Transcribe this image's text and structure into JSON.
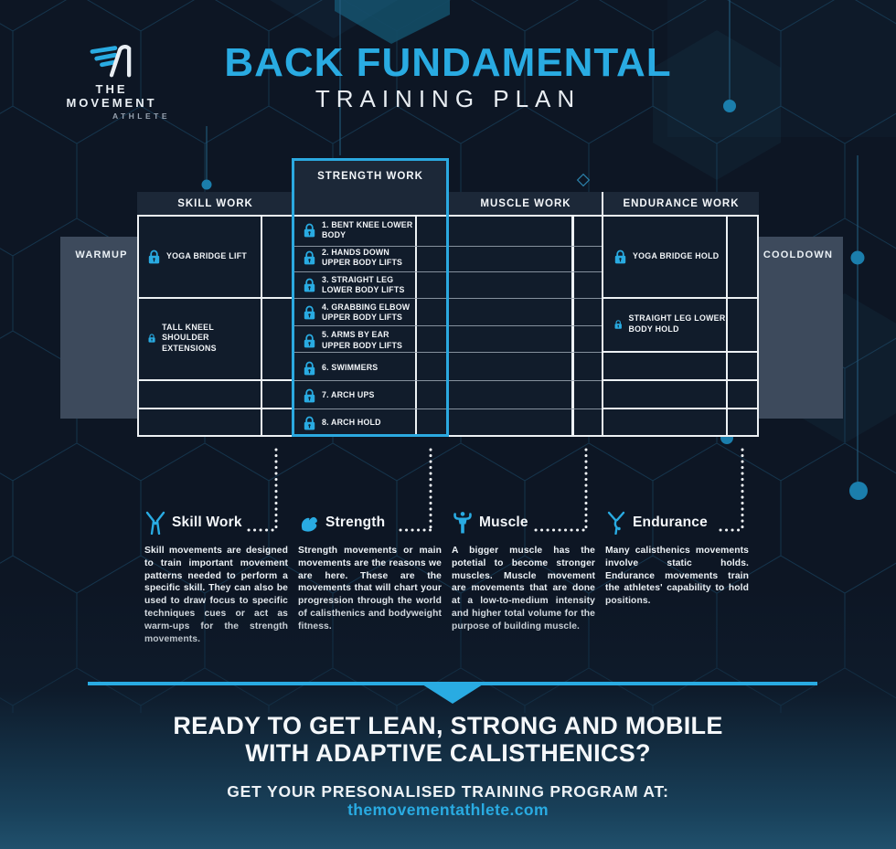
{
  "brand": {
    "line1": "THE MOVEMENT",
    "line2": "ATHLETE"
  },
  "header": {
    "title": "BACK FUNDAMENTAL",
    "subtitle": "TRAINING PLAN"
  },
  "sides": {
    "warmup": "WARMUP",
    "cooldown": "COOLDOWN"
  },
  "table": {
    "columns": [
      {
        "header": "SKILL WORK",
        "items": [
          {
            "label": "YOGA BRIDGE LIFT"
          },
          {
            "label": "TALL KNEEL SHOULDER EXTENSIONS"
          }
        ]
      },
      {
        "header": "STRENGTH WORK",
        "items": [
          {
            "label": "1. BENT KNEE LOWER BODY"
          },
          {
            "label": "2. HANDS DOWN UPPER BODY LIFTS"
          },
          {
            "label": "3. STRAIGHT LEG LOWER BODY LIFTS"
          },
          {
            "label": "4. GRABBING ELBOW UPPER BODY LIFTS"
          },
          {
            "label": "5. ARMS BY EAR UPPER BODY LIFTS"
          },
          {
            "label": "6. SWIMMERS"
          },
          {
            "label": "7. ARCH UPS"
          },
          {
            "label": "8. ARCH HOLD"
          }
        ]
      },
      {
        "header": "MUSCLE WORK",
        "items": []
      },
      {
        "header": "ENDURANCE WORK",
        "items": [
          {
            "label": "YOGA BRIDGE HOLD"
          },
          {
            "label": "STRAIGHT LEG LOWER BODY HOLD"
          }
        ]
      }
    ]
  },
  "legend": [
    {
      "title": "Skill Work",
      "icon": "handstand-straddle-icon",
      "description": "Skill movements are designed to train important movement patterns needed to perform a specific skill. They can also be used to draw focus to specific techniques cues or act as warm-ups for the strength movements."
    },
    {
      "title": "Strength",
      "icon": "biceps-icon",
      "description": "Strength movements or main movements are the reasons we are here. These are the movements that will chart your progression through the world of calisthenics and bodyweight fitness."
    },
    {
      "title": "Muscle",
      "icon": "muscle-figure-icon",
      "description": "A bigger muscle has the potetial to become stronger muscles. Muscle movement are movements that are done at a low-to-medium intensity and higher total volume for the purpose of building muscle."
    },
    {
      "title": "Endurance",
      "icon": "one-arm-handstand-icon",
      "description": "Many calisthenics movements involve static holds. Endurance movements train the athletes' capability to hold positions."
    }
  ],
  "footer": {
    "headline_line1": "READY TO GET LEAN, STRONG AND MOBILE",
    "headline_line2": "WITH ADAPTIVE CALISTHENICS?",
    "cta_text": "GET YOUR PRESONALISED TRAINING PROGRAM AT:",
    "cta_url": "themovementathlete.com"
  },
  "colors": {
    "accent": "#29ABE2",
    "background": "#0D1624",
    "panel": "#3D4A5C",
    "table_header_bg": "#1C2838",
    "table_body_bg": "#111C2B",
    "node_dot": "#1B7EAC"
  }
}
